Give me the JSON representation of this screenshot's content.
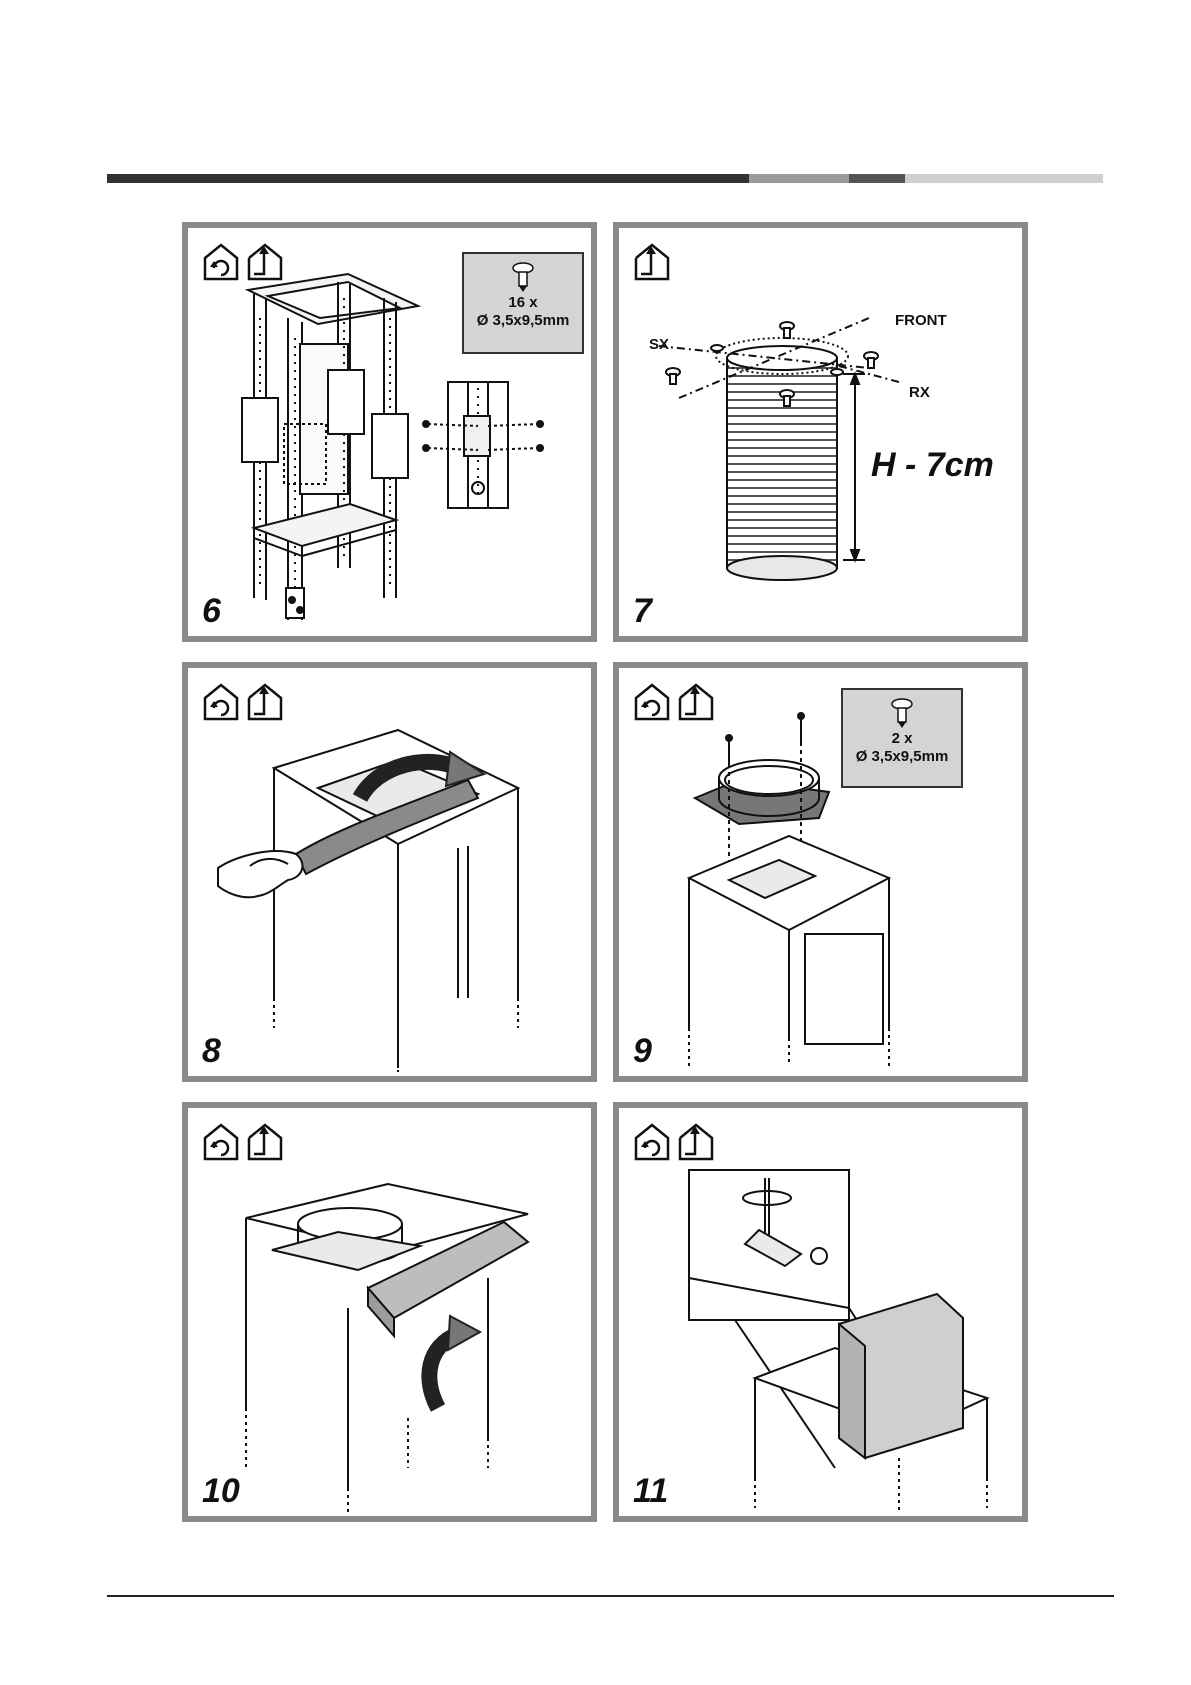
{
  "header_bar": {
    "colors": [
      "#333333",
      "#9a9a9a",
      "#555555",
      "#cfcfcf"
    ]
  },
  "icons": {
    "recirculation": "recirculation-mode-icon",
    "extraction": "extraction-mode-icon",
    "screw": "screw-icon"
  },
  "panels": [
    {
      "step": "6",
      "screws": {
        "qty": "16 x",
        "size": "Ø 3,5x9,5mm"
      }
    },
    {
      "step": "7",
      "labels": {
        "sx": "SX",
        "front": "FRONT",
        "rx": "RX",
        "height": "H - 7cm"
      }
    },
    {
      "step": "8"
    },
    {
      "step": "9",
      "screws": {
        "qty": "2 x",
        "size": "Ø 3,5x9,5mm"
      }
    },
    {
      "step": "10"
    },
    {
      "step": "11"
    }
  ]
}
